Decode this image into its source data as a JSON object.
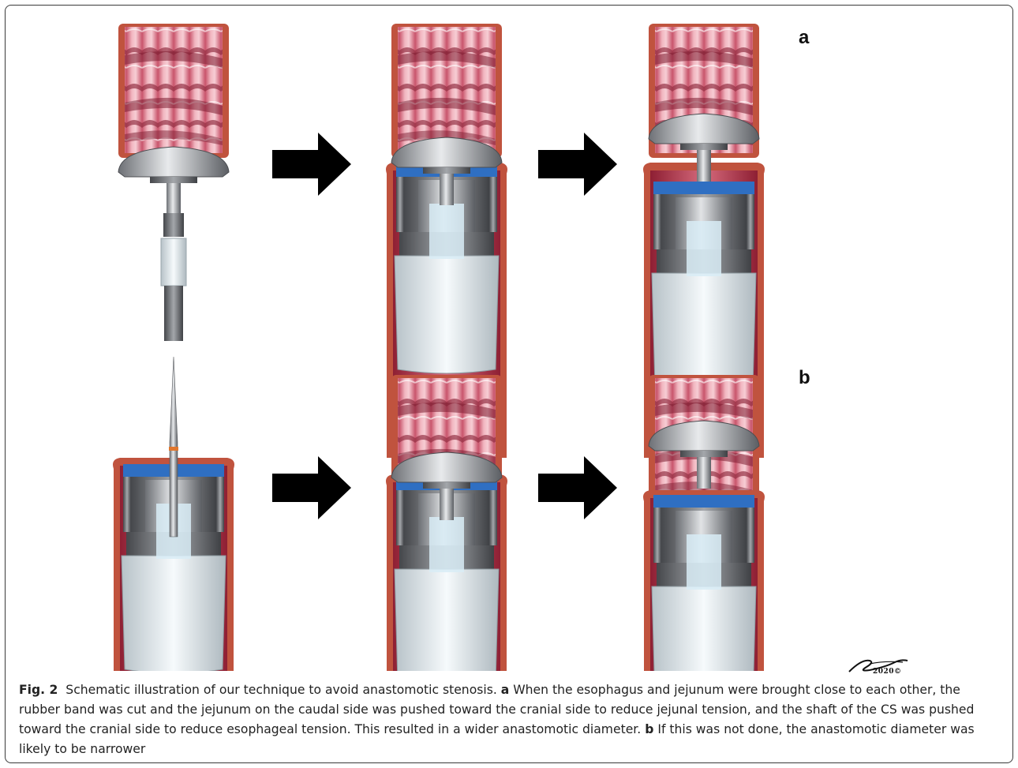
{
  "figure": {
    "panel_a_label": "a",
    "panel_b_label": "b",
    "signature_year": "2020©"
  },
  "caption": {
    "fig_label": "Fig. 2",
    "title": "Schematic illustration of our technique to avoid anastomotic stenosis.",
    "a_label": "a",
    "a_text": "When the esophagus and jejunum were brought close to each other, the rubber band was cut and the jejunum on the caudal side was pushed toward the cranial side to reduce jejunal tension, and the shaft of the CS was pushed toward the cranial side to reduce esophageal tension. This resulted in a wider anastomotic diameter.",
    "b_label": "b",
    "b_text": "If this was not done, the anastomotic diameter was likely to be narrower"
  }
}
